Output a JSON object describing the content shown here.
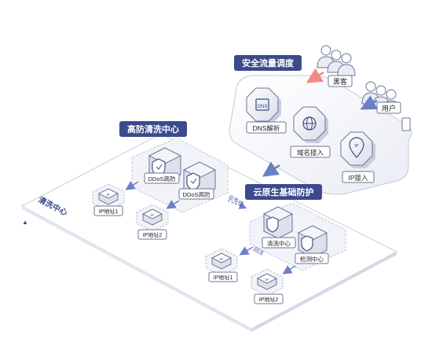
{
  "sections": {
    "traffic_scheduling": "安全流量调度",
    "high_defense_center": "高防清洗中心",
    "cloud_native_protection": "云原生基础防护",
    "scrubbing_zone": "清洗中心"
  },
  "actors": {
    "hacker": "黑客",
    "user": "用户"
  },
  "nodes": {
    "dns": "DNS解析",
    "domain_access": "域名接入",
    "ip_access": "IP接入",
    "ddos_1": "DDoS高防",
    "ddos_2": "DDoS高防",
    "ip_addr_1": "IP地址1",
    "ip_addr_2": "IP地址2",
    "scrub_center": "清洗中心",
    "detect_center": "检测中心",
    "ip_addr_1b": "IP地址1",
    "ip_addr_2b": "IP地址2"
  },
  "links": {
    "dedicated_line": "云专线",
    "backflow": "回注"
  },
  "colors": {
    "navy": "#3b4a8c",
    "blue_arrow": "#6c7fc4",
    "red_arrow": "#f08a86",
    "outline": "#b9bfd4",
    "plate": "#eef0f6"
  }
}
